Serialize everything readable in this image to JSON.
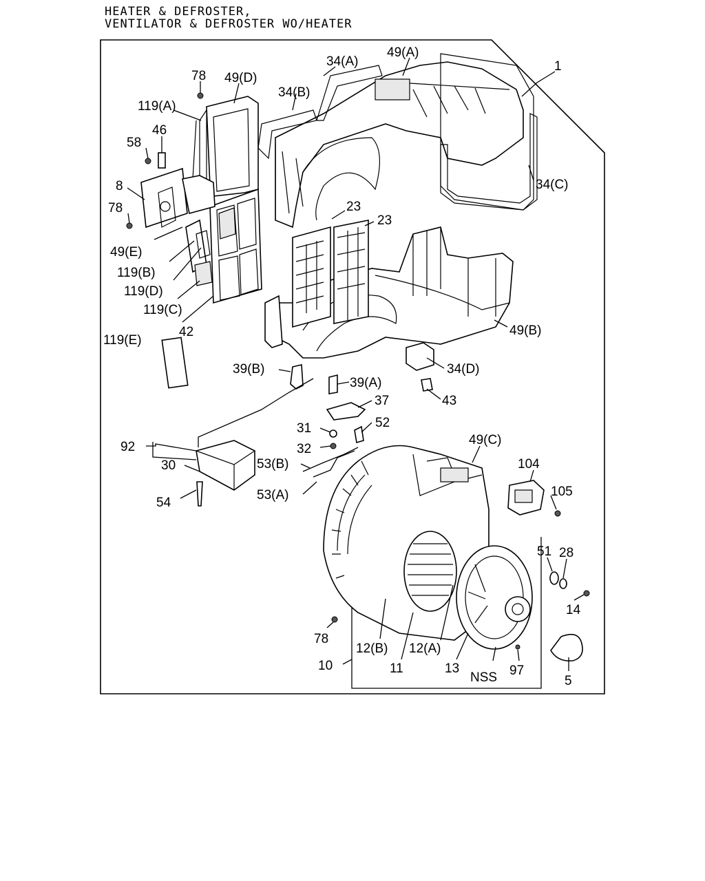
{
  "header": {
    "line1": "HEATER & DEFROSTER,",
    "line2": "VENTILATOR & DEFROSTER WO/HEATER"
  },
  "callouts": {
    "c1": "1",
    "c34A": "34(A)",
    "c49A": "49(A)",
    "c34B": "34(B)",
    "c78a": "78",
    "c49D": "49(D)",
    "c119A": "119(A)",
    "c46": "46",
    "c58": "58",
    "c8": "8",
    "c78b": "78",
    "c49E": "49(E)",
    "c119B": "119(B)",
    "c119D": "119(D)",
    "c119C": "119(C)",
    "c42": "42",
    "c34C": "34(C)",
    "c23a": "23",
    "c23b": "23",
    "c49B": "49(B)",
    "c34D": "34(D)",
    "c119E": "119(E)",
    "c39B": "39(B)",
    "c39A": "39(A)",
    "c43": "43",
    "c37": "37",
    "c31": "31",
    "c52": "52",
    "c32": "32",
    "c92": "92",
    "c30": "30",
    "c53B": "53(B)",
    "c53A": "53(A)",
    "c54": "54",
    "c49C": "49(C)",
    "c104": "104",
    "c105": "105",
    "c51": "51",
    "c28": "28",
    "c14": "14",
    "c78c": "78",
    "c12B": "12(B)",
    "c12A": "12(A)",
    "c10": "10",
    "c11": "11",
    "c13": "13",
    "cNSS": "NSS",
    "c97": "97",
    "c5": "5"
  }
}
